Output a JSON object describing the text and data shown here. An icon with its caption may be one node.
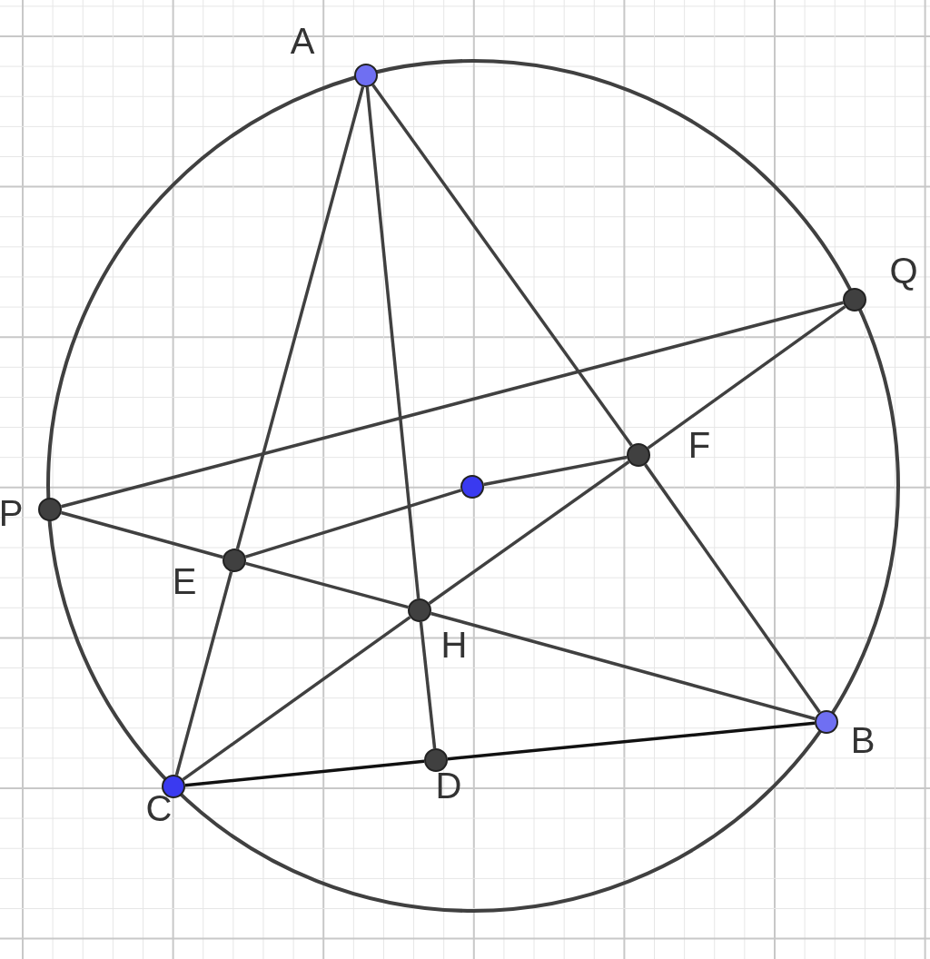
{
  "diagram": {
    "nodes": [
      {
        "text": [
          "A"
        ]
      },
      {
        "text": [
          "Q"
        ]
      },
      {
        "text": [
          "F"
        ]
      },
      {
        "text": [
          "P"
        ]
      },
      {
        "text": [],
        "shape": "circle"
      },
      {
        "text": [
          "E"
        ]
      },
      {
        "text": [
          "H"
        ]
      },
      {
        "text": [
          "B"
        ]
      },
      {
        "text": [
          "D"
        ]
      },
      {
        "text": [
          "C"
        ]
      }
    ],
    "edges": [
      {
        "from": 0,
        "to": 5,
        "arrow": "none"
      },
      {
        "from": 5,
        "to": 9,
        "arrow": "none"
      },
      {
        "from": 0,
        "to": 6,
        "arrow": "none"
      },
      {
        "from": 6,
        "to": 8,
        "arrow": "none"
      },
      {
        "from": 0,
        "to": 2,
        "arrow": "none"
      },
      {
        "from": 2,
        "to": 7,
        "arrow": "none"
      },
      {
        "from": 9,
        "to": 8,
        "arrow": "none",
        "color": "#111111"
      },
      {
        "from": 8,
        "to": 7,
        "arrow": "none",
        "color": "#111111"
      },
      {
        "from": 3,
        "to": 1,
        "arrow": "none"
      },
      {
        "from": 3,
        "to": 5,
        "arrow": "none"
      },
      {
        "from": 5,
        "to": 6,
        "arrow": "none"
      },
      {
        "from": 6,
        "to": 7,
        "arrow": "none"
      },
      {
        "from": 9,
        "to": 6,
        "arrow": "none"
      },
      {
        "from": 6,
        "to": 2,
        "arrow": "none"
      },
      {
        "from": 2,
        "to": 1,
        "arrow": "none"
      },
      {
        "from": 5,
        "to": 4,
        "arrow": "none"
      },
      {
        "from": 4,
        "to": 2,
        "arrow": "none"
      }
    ]
  }
}
